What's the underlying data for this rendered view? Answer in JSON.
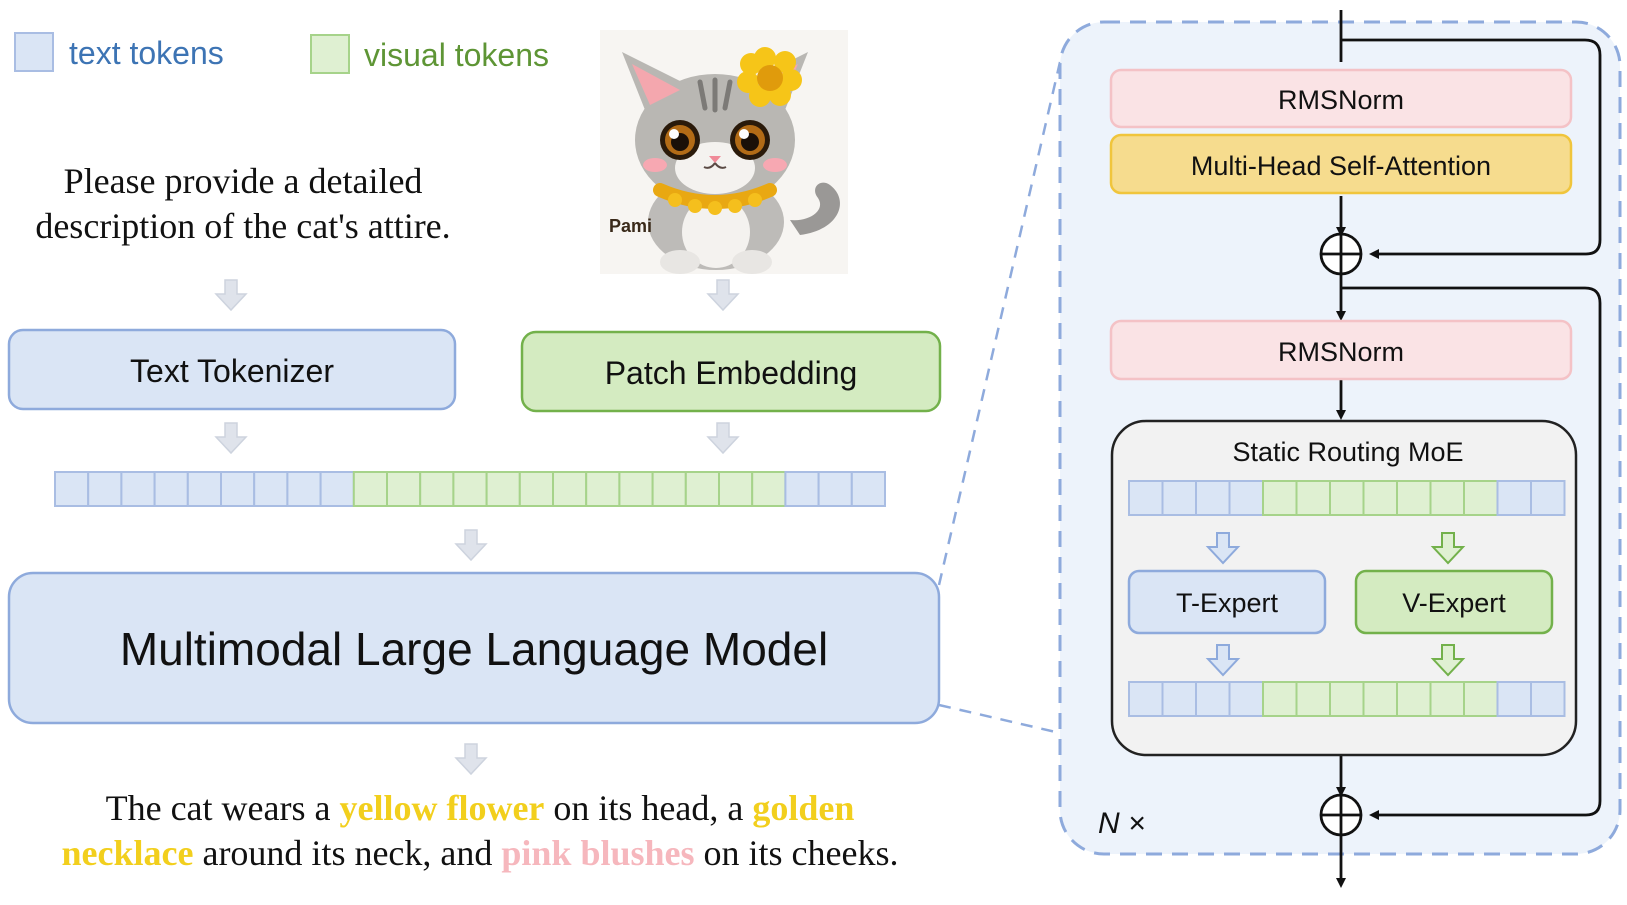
{
  "legend": {
    "text_tokens_label": "text tokens",
    "visual_tokens_label": "visual tokens"
  },
  "colors": {
    "text_token_fill": "#dae5f5",
    "text_token_stroke": "#a9bde3",
    "visual_token_fill": "#dff0d2",
    "visual_token_stroke": "#a6d38a",
    "text_label": "#3d74b4",
    "visual_label": "#5e9535",
    "rmsnorm_fill": "#fae3e5",
    "rmsnorm_stroke": "#f4c2c6",
    "mhsa_fill": "#f6dc8e",
    "mhsa_stroke": "#f0c53c",
    "block_bg": "#edf3fb",
    "dashed": "#8eaadc",
    "highlight_yellow": "#f2cf1d",
    "highlight_pink": "#f6b7bd"
  },
  "prompt": {
    "line1": "Please provide a detailed",
    "line2": "description of the cat's attire."
  },
  "image": {
    "caption": "Pami"
  },
  "boxes": {
    "text_tokenizer": "Text Tokenizer",
    "patch_embedding": "Patch Embedding",
    "mllm": "Multimodal Large Language Model"
  },
  "token_sequence": {
    "text_prefix": 9,
    "visual": 13,
    "text_suffix": 3
  },
  "output": {
    "p1": "The cat wears a ",
    "h1": "yellow flower",
    "p2": " on its head, a ",
    "h2": "golden",
    "h3": "necklace",
    "p3": " around its neck, and ",
    "h4": "pink blushes",
    "p4": " on its cheeks."
  },
  "block": {
    "rmsnorm_1": "RMSNorm",
    "attention": "Multi-Head Self-Attention",
    "rmsnorm_2": "RMSNorm",
    "moe_title": "Static Routing MoE",
    "t_expert": "T-Expert",
    "v_expert": "V-Expert",
    "repeat_label": "N ×",
    "moe_tokens": {
      "text_prefix": 4,
      "visual": 7,
      "text_suffix": 2
    }
  }
}
